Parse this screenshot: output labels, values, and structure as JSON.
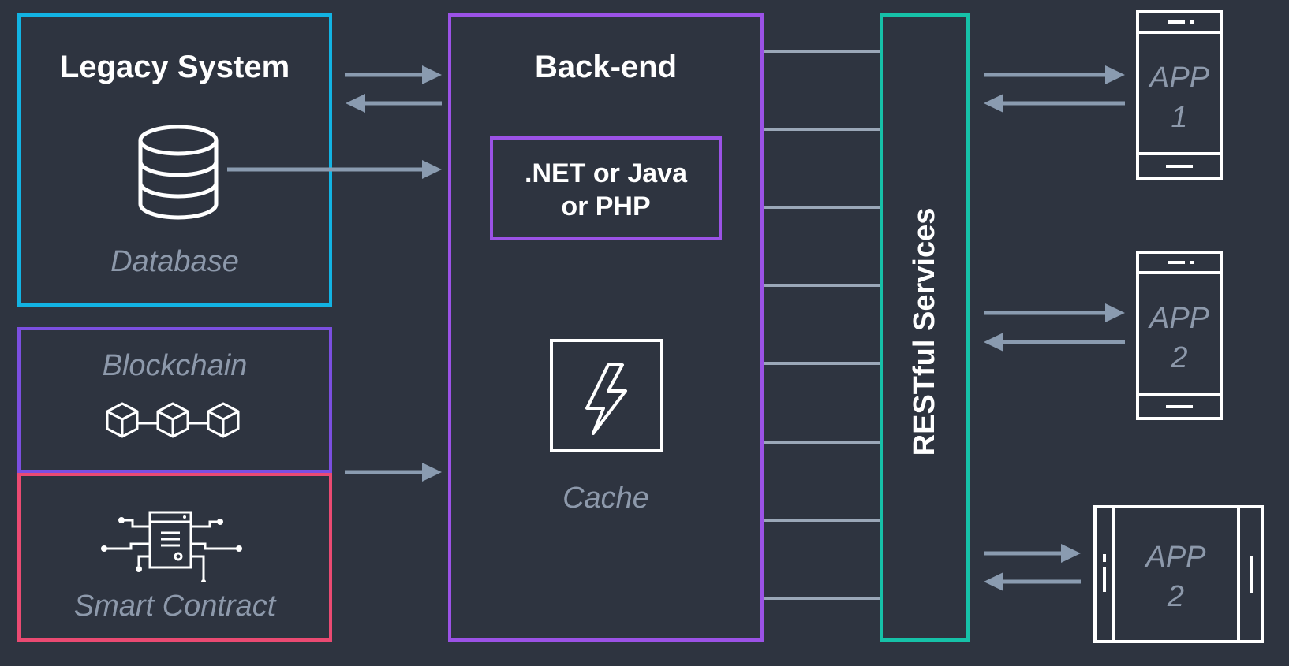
{
  "legacy": {
    "title": "Legacy System",
    "db_label": "Database",
    "border_color": "#12b3e3"
  },
  "blockchain": {
    "label": "Blockchain",
    "border_color": "#7b4fe0"
  },
  "smart_contract": {
    "label": "Smart Contract",
    "border_color": "#ea4a72"
  },
  "backend": {
    "title": "Back-end",
    "tech_line1": ".NET or Java",
    "tech_line2": "or PHP",
    "cache_label": "Cache",
    "border_color": "#9b52e6"
  },
  "restful": {
    "label": "RESTful Services",
    "border_color": "#16c1a8"
  },
  "apps": [
    {
      "line1": "APP",
      "line2": "1",
      "device": "phone"
    },
    {
      "line1": "APP",
      "line2": "2",
      "device": "phone"
    },
    {
      "line1": "APP",
      "line2": "2",
      "device": "tablet"
    }
  ],
  "colors": {
    "background": "#2e3440",
    "arrow": "#8a9bb0",
    "connector": "#9aa7b8",
    "icon": "#ffffff",
    "label_muted": "#8d99ab"
  }
}
